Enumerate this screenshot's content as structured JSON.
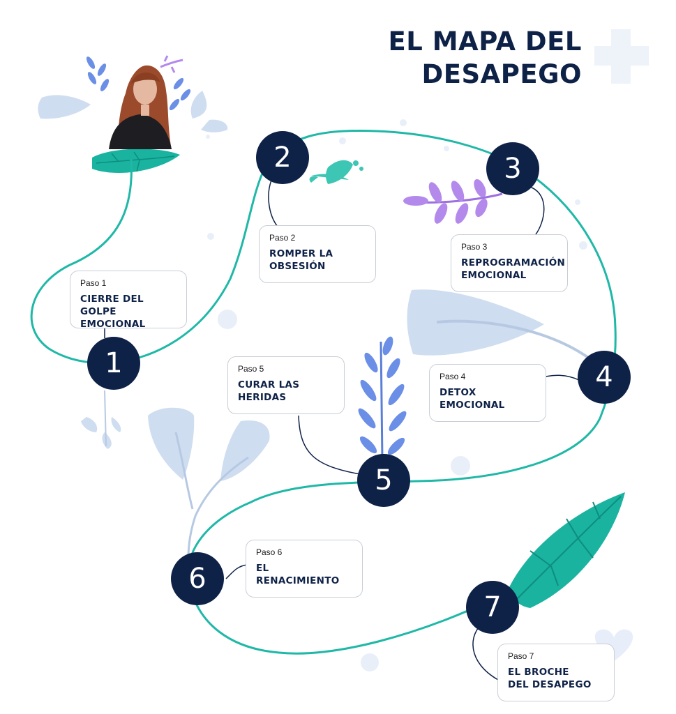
{
  "title": {
    "line1": "EL MAPA DEL",
    "line2": "DESAPEGO"
  },
  "steps": [
    {
      "number": "1",
      "paso": "Paso 1",
      "name": "CIERRE DEL GOLPE\nEMOCIONAL"
    },
    {
      "number": "2",
      "paso": "Paso 2",
      "name": "ROMPER LA\nOBSESIÓN"
    },
    {
      "number": "3",
      "paso": "Paso 3",
      "name": "REPROGRAMACIÓN\nEMOCIONAL"
    },
    {
      "number": "4",
      "paso": "Paso 4",
      "name": "DETOX\nEMOCIONAL"
    },
    {
      "number": "5",
      "paso": "Paso 5",
      "name": "CURAR LAS\nHERIDAS"
    },
    {
      "number": "6",
      "paso": "Paso 6",
      "name": "EL\nRENACIMIENTO"
    },
    {
      "number": "7",
      "paso": "Paso 7",
      "name": "EL BROCHE\nDEL DESAPEGO"
    }
  ],
  "colors": {
    "navy": "#0e2147",
    "path": "#1fb8a7",
    "teal_leaf": "#19b3a0",
    "light_blue": "#cfddf0",
    "blue_leaf": "#6b8fe6",
    "purple_leaf": "#b489ec",
    "cross": "#eef2f9"
  },
  "icons": [
    "plus-cross-icon",
    "heart-icon",
    "leaf-decoration",
    "fern-decoration",
    "portrait-photo"
  ]
}
